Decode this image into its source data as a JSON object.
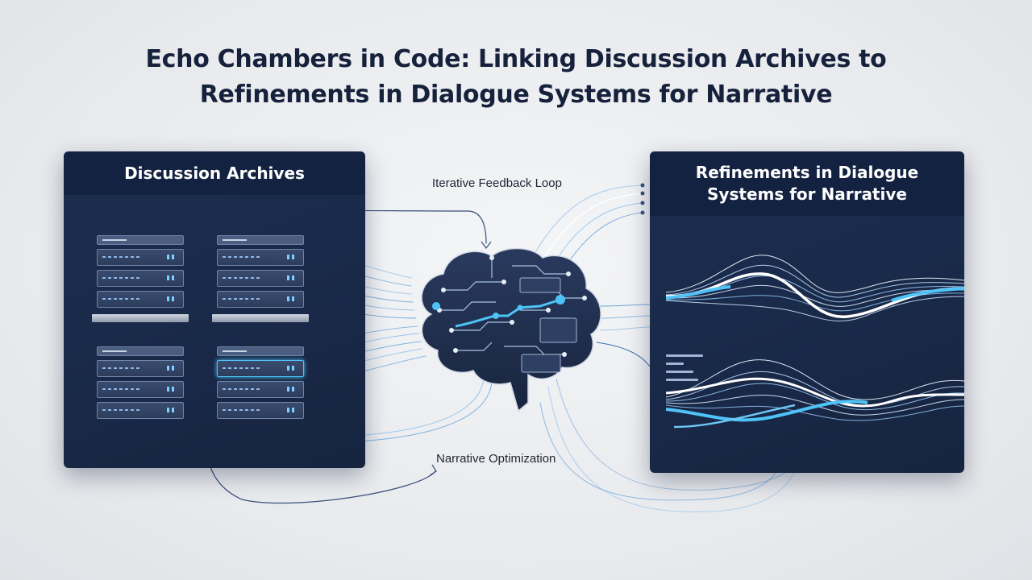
{
  "title": {
    "line1": "Echo Chambers in Code: Linking Discussion Archives to",
    "line2": "Refinements in Dialogue Systems for Narrative"
  },
  "left_panel": {
    "heading": "Discussion Archives"
  },
  "right_panel": {
    "heading_line1": "Refinements in Dialogue",
    "heading_line2": "Systems for Narrative"
  },
  "labels": {
    "feedback": "Iterative Feedback Loop",
    "optimization": "Narrative Optimization"
  },
  "colors": {
    "panel": "#1a2a4a",
    "accent": "#4fc3f7",
    "title": "#16213b"
  },
  "icons": [
    "server-rack-icon",
    "circuit-brain-icon",
    "sound-wave-icon"
  ]
}
